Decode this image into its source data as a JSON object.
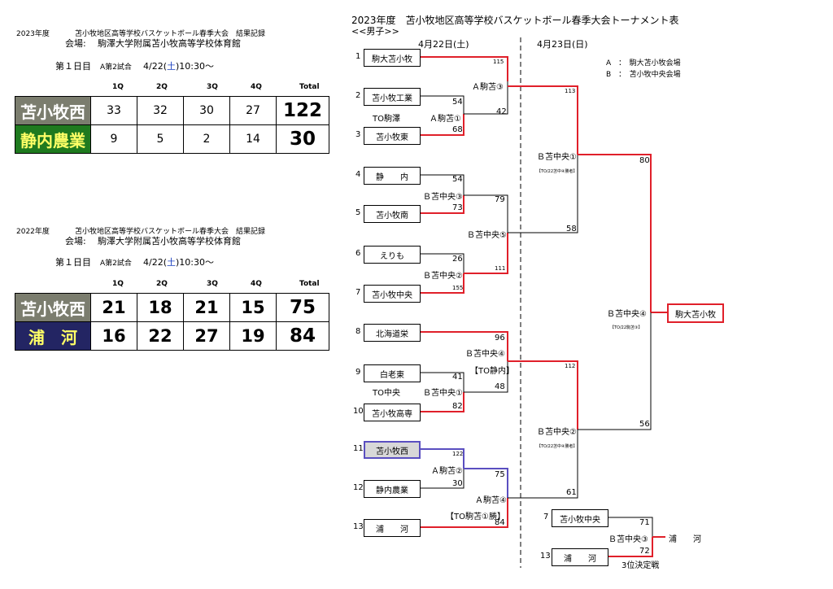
{
  "record2023": {
    "title": "苫小牧地区高等学校バスケットボール春季大会　結果記録",
    "year": "2023年度",
    "venue_label": "会場:",
    "venue": "駒澤大学附属苫小牧高等学校体育館",
    "day": "第１日目",
    "match": "A第2試合",
    "date": "4/22(",
    "date_dow": "土",
    "time": ")10:30〜",
    "headers": [
      "1Q",
      "2Q",
      "3Q",
      "4Q",
      "Total"
    ],
    "rows": [
      {
        "team": "苫小牧西",
        "q": [
          "33",
          "32",
          "30",
          "27"
        ],
        "total": "122",
        "color": "#7b7d6e",
        "text": "#ffffff"
      },
      {
        "team": "静内農業",
        "q": [
          "9",
          "5",
          "2",
          "14"
        ],
        "total": "30",
        "color": "#1f7a1f",
        "text": "#ffff66"
      }
    ]
  },
  "record2022": {
    "title": "苫小牧地区高等学校バスケットボール春季大会　結果記録",
    "year": "2022年度",
    "venue_label": "会場:",
    "venue": "駒澤大学附属苫小牧高等学校体育館",
    "day": "第１日目",
    "match": "A第2試合",
    "date": "4/22(",
    "date_dow": "土",
    "time": ")10:30〜",
    "headers": [
      "1Q",
      "2Q",
      "3Q",
      "4Q",
      "Total"
    ],
    "rows": [
      {
        "team": "苫小牧西",
        "q": [
          "21",
          "18",
          "21",
          "15"
        ],
        "total": "75",
        "color": "#7b7d6e",
        "text": "#ffffff"
      },
      {
        "team": "浦　河",
        "q": [
          "16",
          "22",
          "27",
          "19"
        ],
        "total": "84",
        "color": "#232563",
        "text": "#ffff66"
      }
    ]
  },
  "bracket": {
    "title": "2023年度　苫小牧地区高等学校バスケットボール春季大会トーナメント表",
    "subtitle": "<<男子>>",
    "date1": "4月22日(土)",
    "date2": "4月23日(日)",
    "legend_a": "A　：　駒大苫小牧会場",
    "legend_b": "B　：　苫小牧中央会場",
    "seeds": [
      "1",
      "2",
      "3",
      "4",
      "5",
      "6",
      "7",
      "8",
      "9",
      "10",
      "11",
      "12",
      "13"
    ],
    "teams": [
      "駒大苫小牧",
      "苫小牧工業",
      "苫小牧東",
      "静　　内",
      "苫小牧南",
      "えりも",
      "苫小牧中央",
      "北海道栄",
      "白老東",
      "苫小牧高専",
      "苫小牧西",
      "静内農業",
      "浦　　河"
    ],
    "winner": "駒大苫小牧",
    "third_seed_a": "7",
    "third_team_a": "苫小牧中央",
    "third_seed_b": "13",
    "third_team_b": "浦　　河",
    "third_game": "Ｂ苫中央③",
    "third_winner": "浦　　河",
    "third_label": "3位決定戦",
    "games": {
      "g_a1": "Ａ駒苫①",
      "g_a1_note": "TO駒澤",
      "g_a3": "Ａ駒苫③",
      "g_b3": "Ｂ苫中央③",
      "g_b2": "Ｂ苫中央②",
      "g_b5": "Ｂ苫中央⑤",
      "g_b1": "Ｂ苫中央①",
      "g_b1_note": "TO中央",
      "g_b4": "Ｂ苫中央④",
      "g_b4_note": "【TO静内】",
      "g_a2": "Ａ駒苫②",
      "g_a4": "Ａ駒苫④",
      "g_a4_note": "【TO駒苫①勝】",
      "s_b1": "Ｂ苫中央①",
      "s_b1_note": "【TO/22苫中④勝者】",
      "s_b2": "Ｂ苫中央②",
      "s_b2_note": "【TO/22苫中④勝者】",
      "f_b4": "Ｂ苫中央④",
      "f_b4_note": "【TO/22駒苫③】"
    },
    "scores": {
      "s1": "115",
      "s2": "54",
      "s3": "68",
      "s_a1w": "42",
      "s_a3": "113",
      "s4": "54",
      "s5": "73",
      "s_b3w": "79",
      "s6": "26",
      "s7": "155",
      "s_b2w": "111",
      "s_b5": "58",
      "s_b1semi": "80",
      "s8": "96",
      "s9": "41",
      "s10": "82",
      "s_b1w": "48",
      "s_b4": "112",
      "s11": "122",
      "s12": "30",
      "s_a2w": "75",
      "s13": "84",
      "s_a4": "61",
      "s_semi2": "56",
      "t_a": "71",
      "t_b": "72"
    },
    "colors": {
      "win": "#e0202a",
      "west": "#5a4fc0",
      "line": "#000000"
    }
  }
}
